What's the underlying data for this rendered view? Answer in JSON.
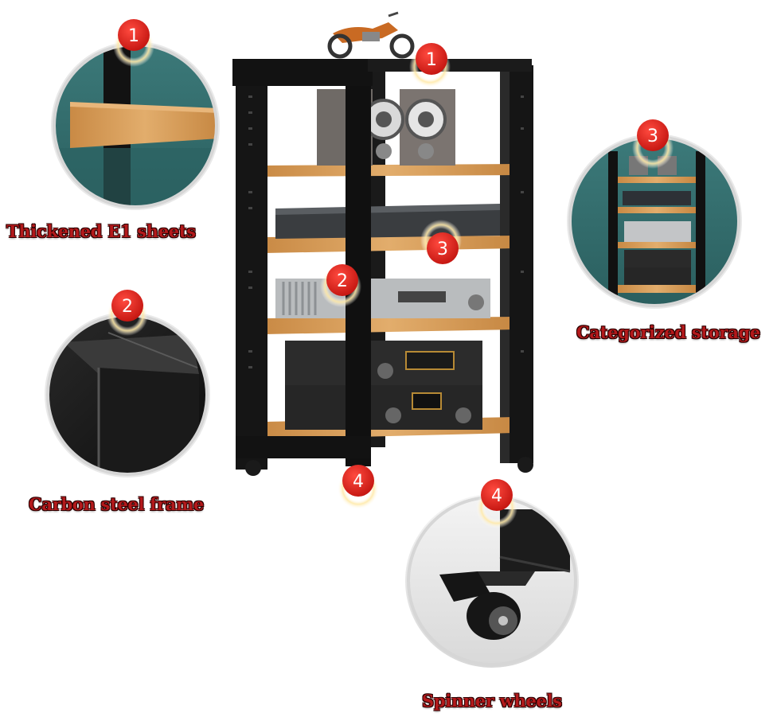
{
  "callouts": [
    {
      "number": "1",
      "label": "Thickened E1 sheets"
    },
    {
      "number": "2",
      "label": "Carbon steel frame"
    },
    {
      "number": "3",
      "label": "Categorized storage"
    },
    {
      "number": "4",
      "label": "Spinner wheels"
    }
  ],
  "colors": {
    "badge": "#d51f1f",
    "frame": "#111111",
    "wood": "#d9a25f",
    "wall": "#2f6b6b"
  }
}
